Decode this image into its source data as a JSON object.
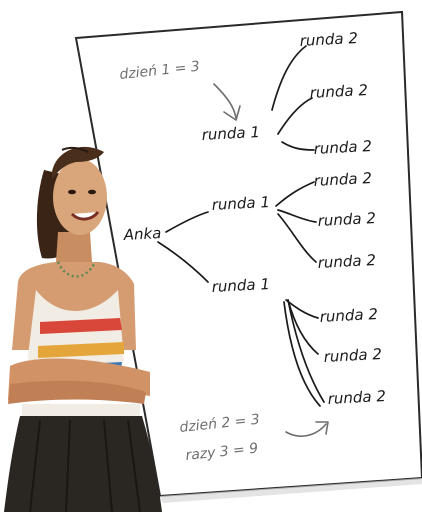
{
  "root_label": "Anka",
  "round1_label": "runda 1",
  "round2_label": "runda 2",
  "note_day1": "dzień 1 = 3",
  "note_day2": "dzień 2 = 3",
  "note_times": "razy 3 = 9",
  "colors": {
    "paper": "#ffffff",
    "ink": "#1a1a1a",
    "note_ink": "#6e6e6e",
    "shirt_stripe": "#d9463a",
    "skirt": "#2a2622"
  }
}
